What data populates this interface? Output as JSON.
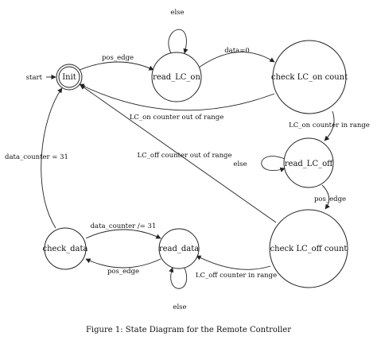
{
  "states": {
    "init": "Init",
    "read_lc_on": "read_LC_on",
    "check_lc_on_count": "check LC_on count",
    "read_lc_off": "read_LC_off",
    "check_lc_off_count": "check LC_off count",
    "read_data": "read_data",
    "check_data": "check_data"
  },
  "edges": {
    "start": "start",
    "init_to_read_lc_on": "pos_edge",
    "read_lc_on_self": "else",
    "read_lc_on_to_check_lc_on": "data=0",
    "check_lc_on_to_init": "LC_on counter out of range",
    "check_lc_on_to_read_lc_off": "LC_on counter in range",
    "read_lc_off_self": "else",
    "read_lc_off_to_check_lc_off": "pos_edge",
    "check_lc_off_to_init": "LC_off counter out of range",
    "check_lc_off_to_read_data": "LC_off counter in range",
    "read_data_to_check_data": "pos_edge",
    "check_data_to_read_data": "data_counter /= 31",
    "read_data_self": "else",
    "check_data_to_init": "data_counter = 31"
  },
  "caption": "Figure 1: State Diagram for the Remote Controller"
}
